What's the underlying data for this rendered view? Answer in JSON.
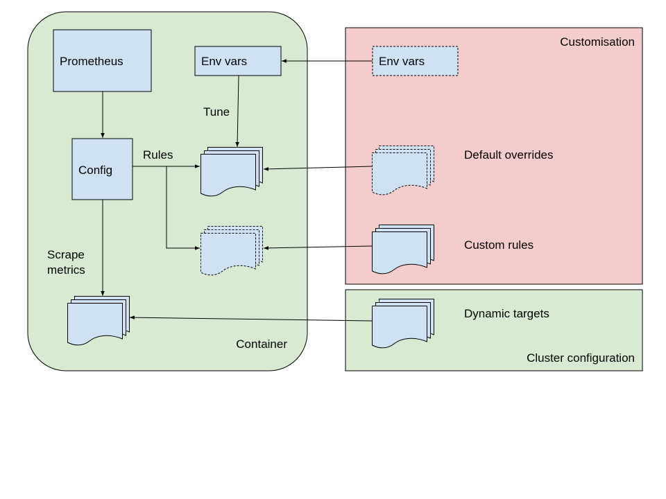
{
  "colors": {
    "container_fill": "#d9ead3",
    "customisation_fill": "#f4cccc",
    "cluster_fill": "#d9ead3",
    "node_fill": "#cfe2f3",
    "stroke": "#000000"
  },
  "regions": {
    "container": "Container",
    "customisation": "Customisation",
    "cluster": "Cluster configuration"
  },
  "nodes": {
    "prometheus": "Prometheus",
    "config": "Config",
    "env_vars": "Env vars",
    "custom_env_vars": "Env vars"
  },
  "labels": {
    "tune": "Tune",
    "rules": "Rules",
    "scrape": "Scrape",
    "metrics": "metrics",
    "default_overrides": "Default overrides",
    "custom_rules": "Custom rules",
    "dynamic_targets": "Dynamic targets"
  },
  "icons": {
    "document_stack": "stacked-documents-icon",
    "document_stack_dashed": "dashed-stacked-documents-icon"
  }
}
